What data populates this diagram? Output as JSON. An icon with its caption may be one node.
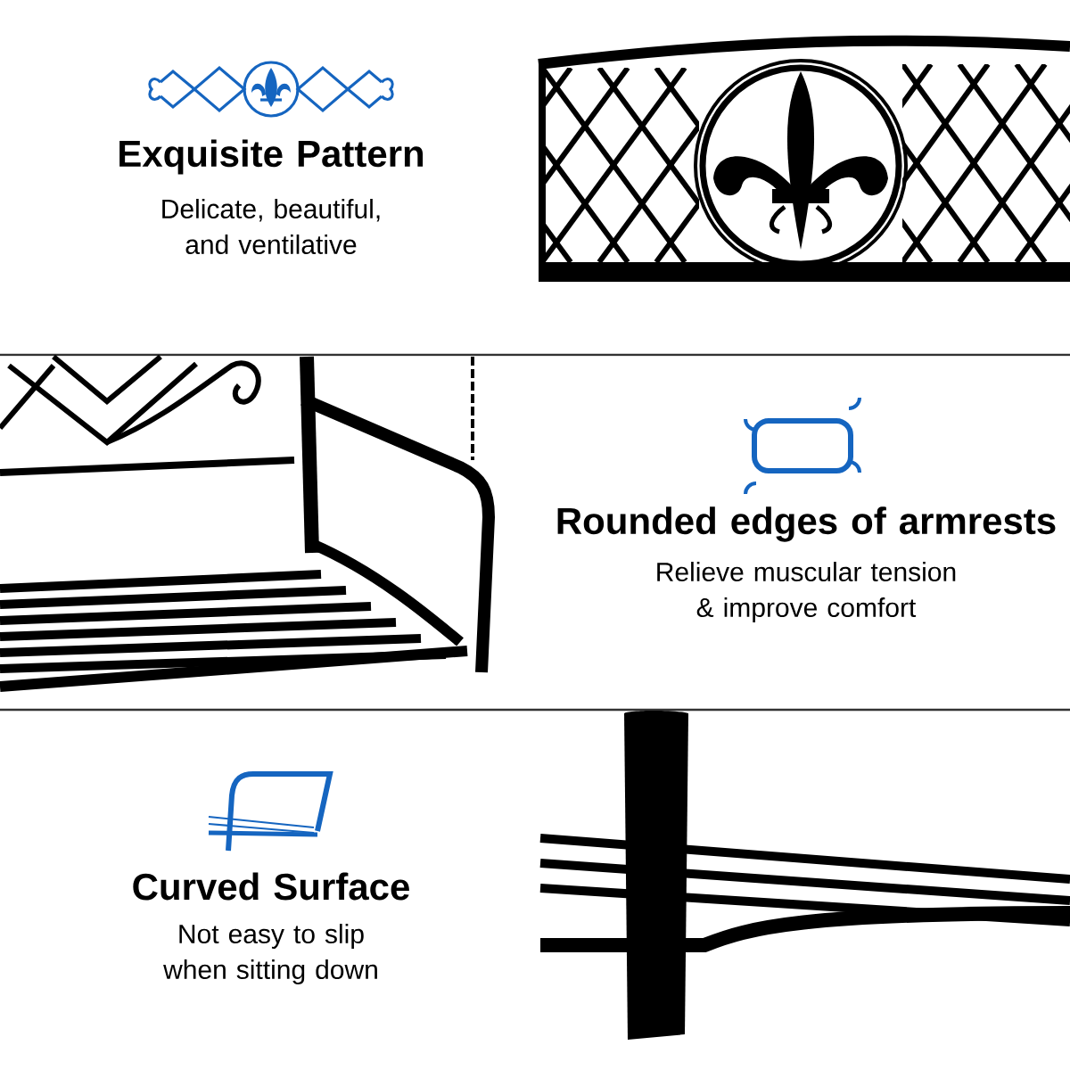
{
  "diagram": {
    "labels": [
      "Exquisite Pattern",
      "Delicate, beautiful, and ventilative",
      "Rounded edges of armrests",
      "Relieve muscular tension & improve comfort",
      "Curved Surface",
      "Not easy to slip when sitting down"
    ]
  }
}
